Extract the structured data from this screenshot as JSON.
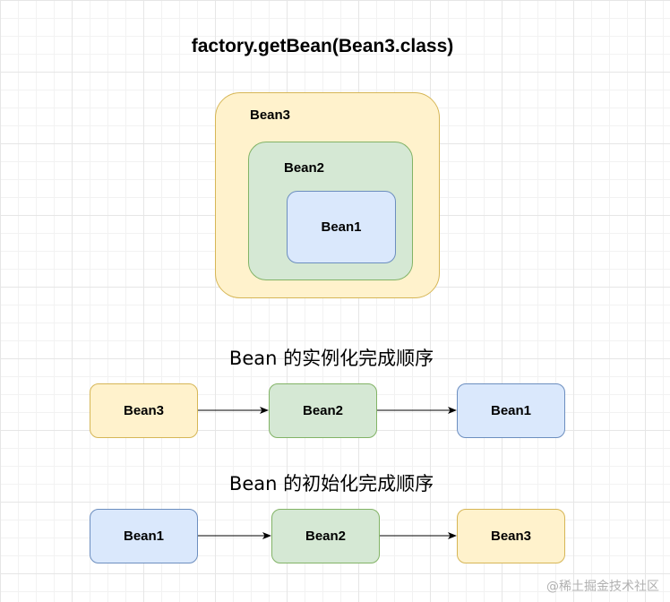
{
  "title": "factory.getBean(Bean3.class)",
  "nested": {
    "outer_label": "Bean3",
    "middle_label": "Bean2",
    "inner_label": "Bean1"
  },
  "instantiation": {
    "heading": "Bean 的实例化完成顺序",
    "nodes": [
      "Bean3",
      "Bean2",
      "Bean1"
    ]
  },
  "initialization": {
    "heading": "Bean 的初始化完成顺序",
    "nodes": [
      "Bean1",
      "Bean2",
      "Bean3"
    ]
  },
  "watermark": "@稀土掘金技术社区",
  "colors": {
    "yellow_fill": "#fff2cc",
    "yellow_stroke": "#d6b656",
    "green_fill": "#d5e8d4",
    "green_stroke": "#82b366",
    "blue_fill": "#dae8fc",
    "blue_stroke": "#6c8ebf"
  }
}
